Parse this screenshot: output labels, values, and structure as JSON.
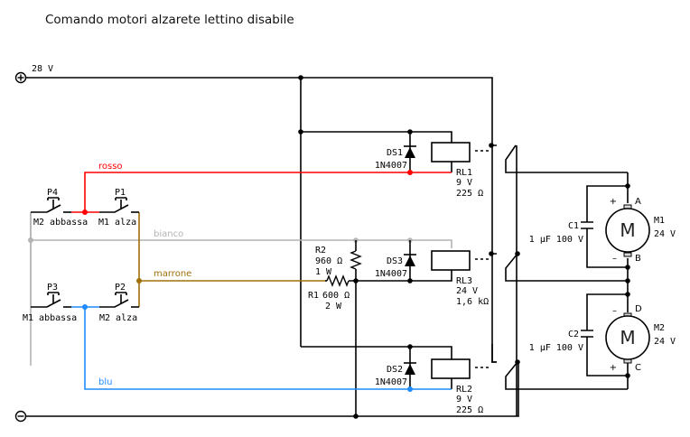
{
  "title": "Comando motori alzarete lettino disabile",
  "supply": {
    "positive_label": "28 V",
    "positive_icon": "plus-terminal-icon",
    "negative_icon": "minus-terminal-icon"
  },
  "wires": {
    "rosso": {
      "label": "rosso",
      "color": "#ff0000"
    },
    "bianco": {
      "label": "bianco",
      "color": "#b4b4b4"
    },
    "marrone": {
      "label": "marrone",
      "color": "#a0700a"
    },
    "blu": {
      "label": "blu",
      "color": "#1e8cff"
    }
  },
  "buttons": [
    {
      "id": "P4",
      "function": "M2 abbassa"
    },
    {
      "id": "P1",
      "function": "M1 alza"
    },
    {
      "id": "P3",
      "function": "M1 abbassa"
    },
    {
      "id": "P2",
      "function": "M2 alza"
    }
  ],
  "diodes": [
    {
      "id": "DS1",
      "part": "1N4007"
    },
    {
      "id": "DS3",
      "part": "1N4007"
    },
    {
      "id": "DS2",
      "part": "1N4007"
    }
  ],
  "resistors": [
    {
      "id": "R2",
      "value": "960 Ω",
      "power": "1 W"
    },
    {
      "id": "R1",
      "value": "600 Ω",
      "power": "2 W"
    }
  ],
  "relays": [
    {
      "id": "RL1",
      "voltage": "9 V",
      "resistance": "225 Ω"
    },
    {
      "id": "RL3",
      "voltage": "24 V",
      "resistance": "1,6 kΩ"
    },
    {
      "id": "RL2",
      "voltage": "9 V",
      "resistance": "225 Ω"
    }
  ],
  "capacitors": [
    {
      "id": "C1",
      "value": "1 µF 100 V"
    },
    {
      "id": "C2",
      "value": "1 µF 100 V"
    }
  ],
  "motors": [
    {
      "id": "M1",
      "voltage": "24 V",
      "symbol": "M",
      "top_terminal": "A",
      "bottom_terminal": "B",
      "top_polarity": "+",
      "bottom_polarity": "–"
    },
    {
      "id": "M2",
      "voltage": "24 V",
      "symbol": "M",
      "top_terminal": "D",
      "bottom_terminal": "C",
      "top_polarity": "–",
      "bottom_polarity": "+"
    }
  ]
}
